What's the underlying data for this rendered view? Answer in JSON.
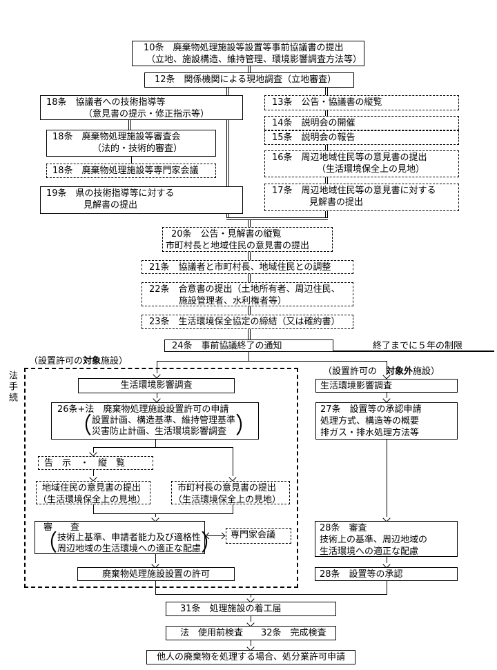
{
  "boxes": {
    "a10": [
      "10条　廃棄物処理施設等設置等事前協議書の提出",
      "（立地、施設構造、維持管理、環境影響調査方法等）"
    ],
    "a12": [
      "12条　関係機関による現地調査（立地審査）"
    ],
    "a18a": [
      "18条　協議者への技術指導等",
      "（意見書の提示・修正指示等）"
    ],
    "a18b": [
      "18条　廃棄物処理施設等審査会",
      "（法的・技術的審査）"
    ],
    "a18c": [
      "18条　廃棄物処理施設等専門家会議"
    ],
    "a19": [
      "19条　県の技術指導等に対する",
      "見解書の提出"
    ],
    "a13": [
      "13条　公告・協議書の縦覧"
    ],
    "a14": [
      "14条　説明会の開催"
    ],
    "a15": [
      "15条　説明会の報告"
    ],
    "a16": [
      "16条　周辺地域住民等の意見書の提出",
      "（生活環境保全上の見地）"
    ],
    "a17": [
      "17条　周辺地域住民等の意見書に対する",
      "見解書の提出"
    ],
    "a20": [
      "20条　公告・見解書の縦覧",
      "市町村長と地域住民の意見書の提出"
    ],
    "a21": [
      "21条　協議者と市町村長、地域住民との調整"
    ],
    "a22": [
      "22条　合意書の提出（土地所有者、周辺住民、",
      "施設管理者、水利権者等）"
    ],
    "a23": [
      "23条　生活環境保全協定の締結（又は確約書）"
    ],
    "a24": [
      "24条　事前協議終了の通知"
    ],
    "survey_left": "生活環境影響調査",
    "a26": {
      "title": "26条+法　廃棄物処理施設設置許可の申請",
      "paren": [
        "設置計画、構造基準、維持管理基準",
        "災害防止計画、生活環境影響調査"
      ]
    },
    "koku": "告　示　・　縦　覧",
    "res_local": [
      "地域住民の意見書の提出",
      "（生活環境保全上の見地）"
    ],
    "res_mayor": [
      "市町村長の意見書の提出",
      "（生活環境保全上の見地）"
    ],
    "shinsa": {
      "title": "審　　査",
      "paren": [
        "技術上基準、申請者能力及び適格性",
        "周辺地域の生活環境への適正な配慮"
      ]
    },
    "senmonka": "専門家会議",
    "kyoka": "廃棄物処理施設設置の許可",
    "survey_right": "生活環境影響調査",
    "a27": [
      "27条　設置等の承認申請",
      "処理方式、構造等の概要",
      "排ガス・排水処理方法等"
    ],
    "a28a": [
      "28条　審査",
      "技術上の基準、周辺地域の",
      "生活環境への適正な配慮"
    ],
    "a28b": [
      "28条　設置等の承認"
    ],
    "a31": [
      "31条　処理施設の着工届"
    ],
    "a32": [
      "法　使用前検査　　32条　完成検査"
    ],
    "final": [
      "他人の廃棄物を処理する場合、処分業許可申請"
    ]
  },
  "labels": {
    "five_year": "終了までに５年の制限",
    "target": {
      "prefix": "（設置許可の",
      "bold": "対象",
      "suffix": "施設）"
    },
    "non_target": {
      "prefix": "（設置許可の　",
      "bold": "対象外",
      "suffix": "施設）"
    },
    "legal": "法手続"
  },
  "glyphs": {
    "paren_open": "（",
    "paren_close": "）"
  },
  "colors": {
    "line": "#000000",
    "background": "#ffffff"
  }
}
